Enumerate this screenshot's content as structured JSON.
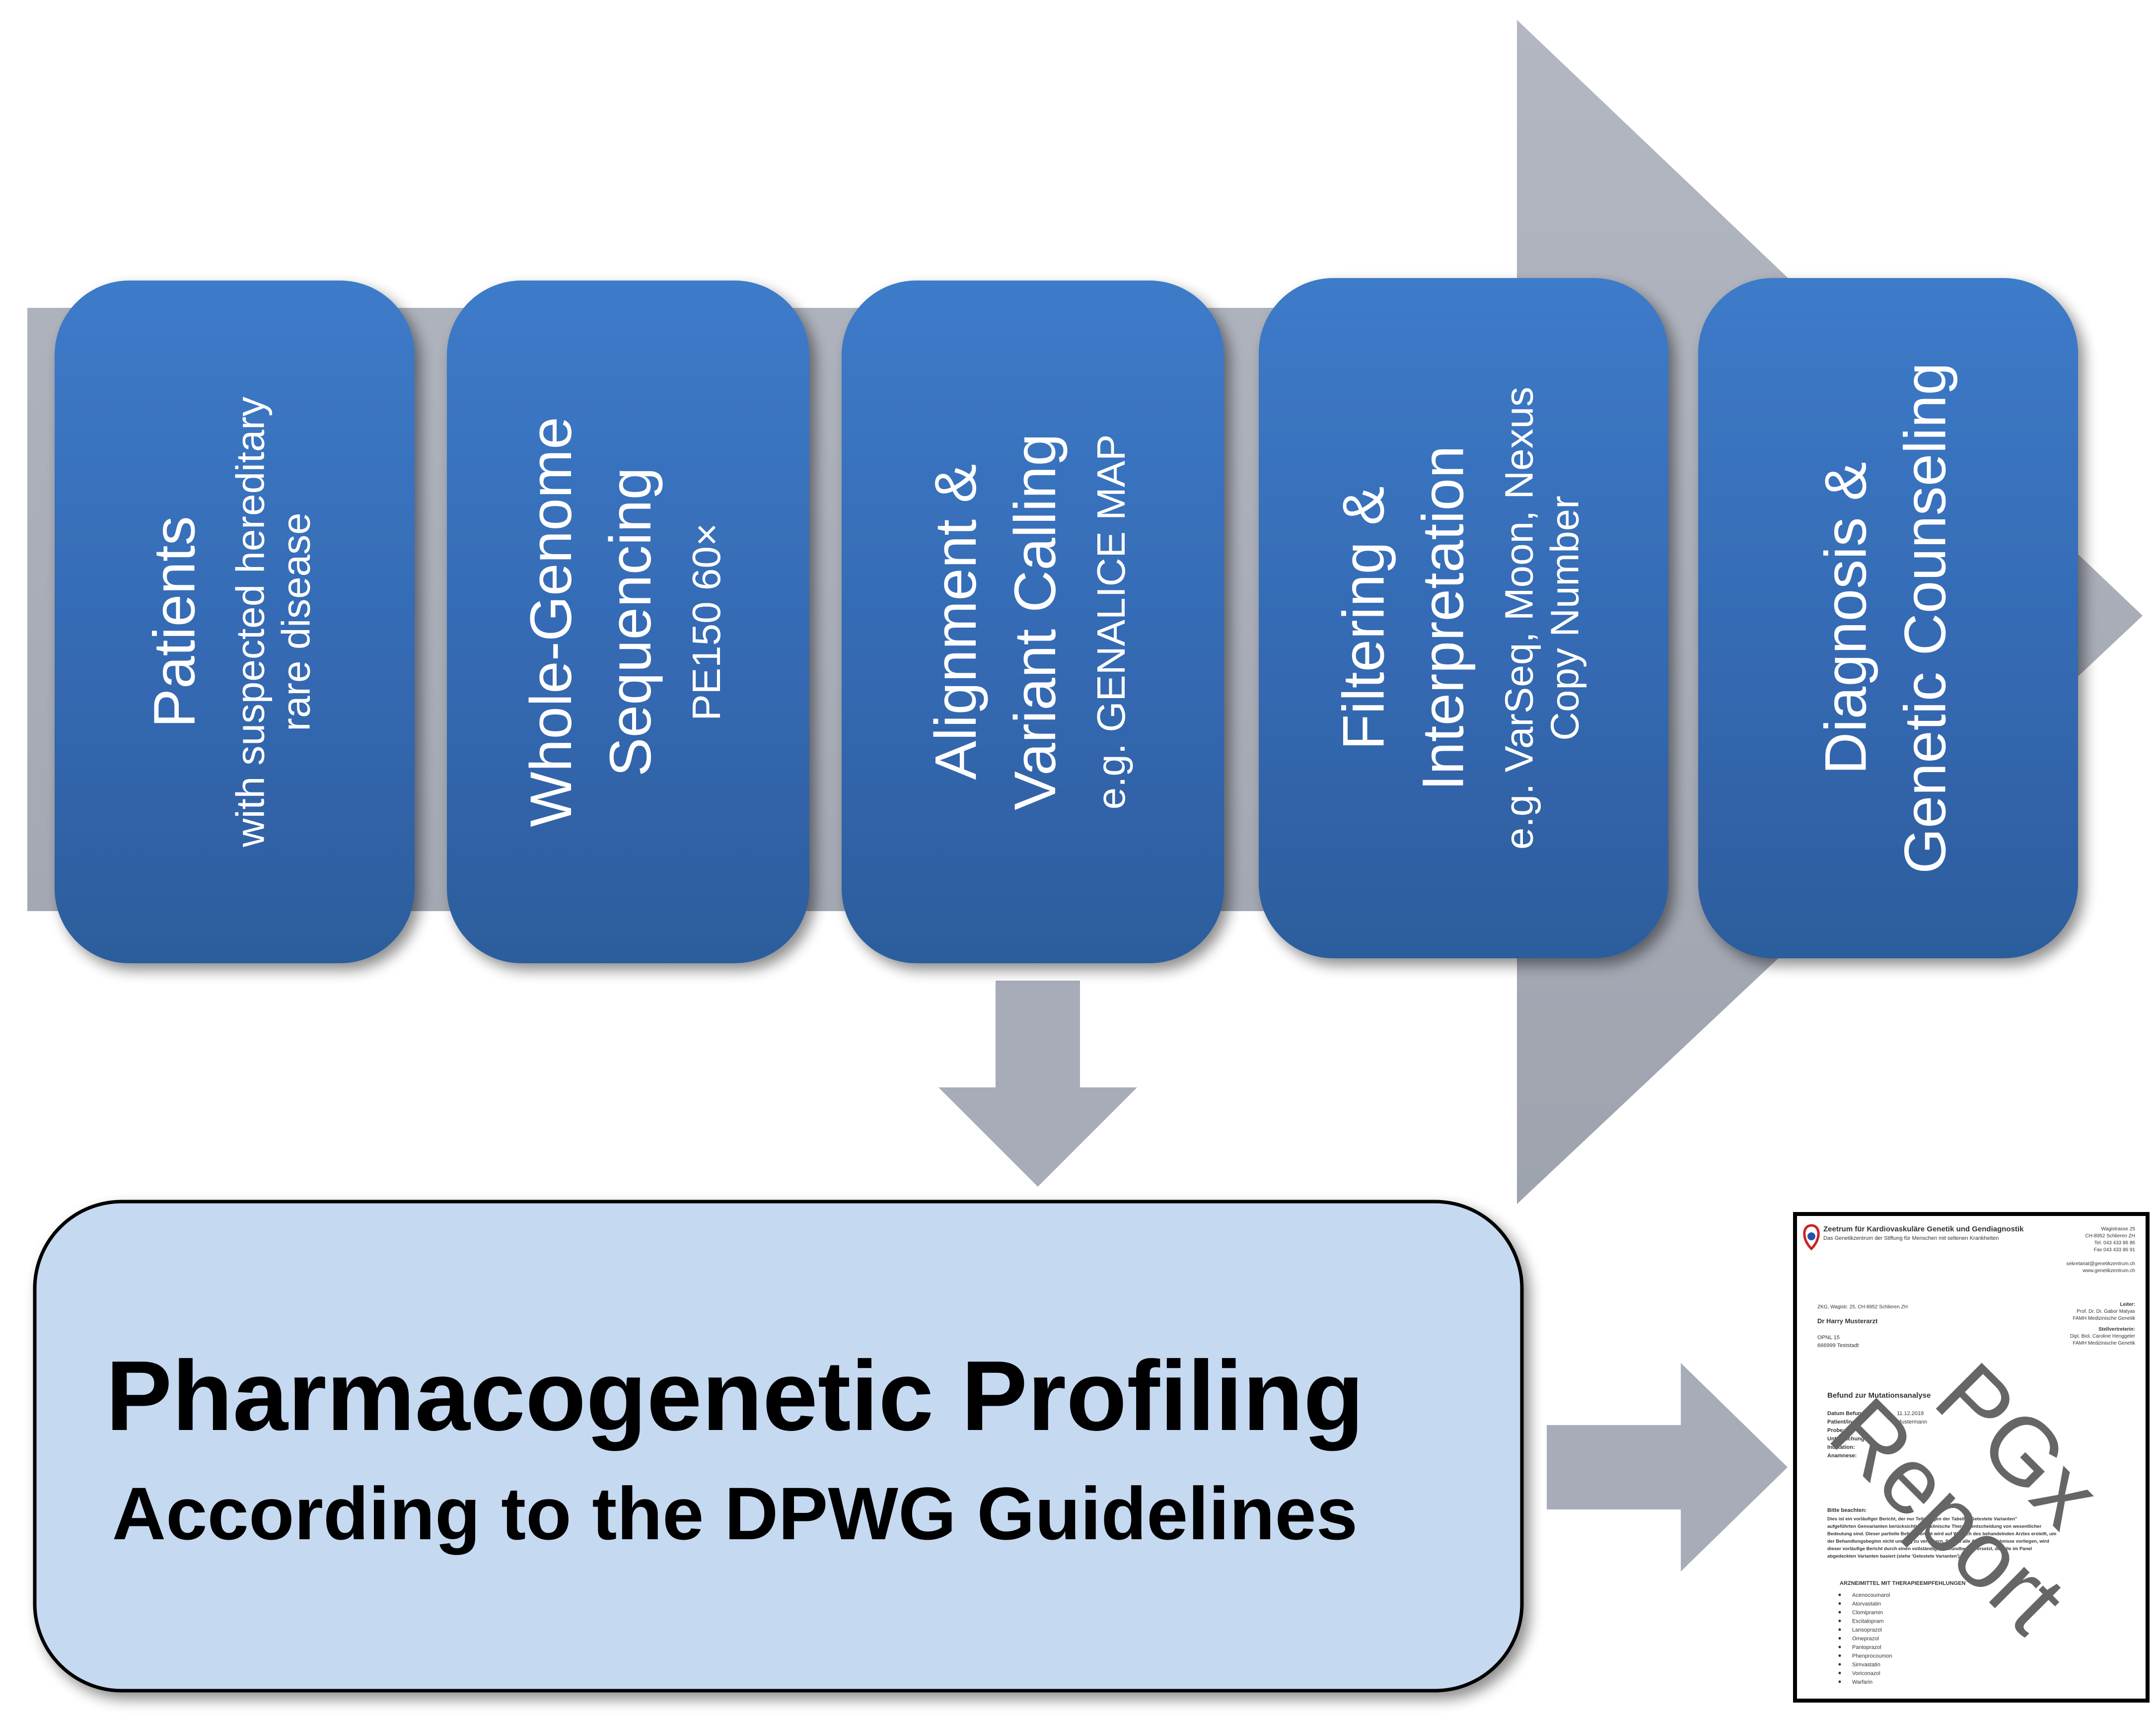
{
  "pipeline": {
    "steps": [
      {
        "title": [
          "Patients"
        ],
        "detail": [
          "with suspected hereditary",
          "rare disease"
        ]
      },
      {
        "title": [
          "Whole-Genome",
          "Sequencing"
        ],
        "detail": [
          "PE150 60×"
        ]
      },
      {
        "title": [
          "Alignment  &",
          "Variant  Calling"
        ],
        "detail": [
          "e.g. GENALICE MAP"
        ]
      },
      {
        "title": [
          "Filtering  &",
          "Interpretation"
        ],
        "detail": [
          "e.g. VarSeq, Moon, Nexus",
          "Copy Number"
        ]
      },
      {
        "title": [
          "Diagnosis  &",
          "Genetic  Counseling"
        ],
        "detail": []
      }
    ]
  },
  "pgx_box": {
    "line1": "Pharmacogenetic Profiling",
    "line2": "According to the DPWG Guidelines"
  },
  "report": {
    "org_name": "Zeetrum für Kardiovaskuläre Genetik und Gendiagnostik",
    "org_sub": "Das Genetikzentrum der Stiftung für Menschen mit seltenen Krankheiten",
    "address": [
      "Wagistrasse 25",
      "CH-8952 Schlieren ZH",
      "Tel. 043 433 86 86",
      "Fax 043 433 86 91",
      "",
      "sekretariat@genetikzentrum.ch",
      "www.genetikzentrum.ch"
    ],
    "sender_line": "ZKG, Wagistr. 25, CH-8952 Schlieren ZH",
    "recipient": [
      "Dr Harry Musterarzt",
      "",
      "OPNL 15",
      "666999 Teststadt"
    ],
    "leiter": [
      "Leiter:",
      "Prof. Dr. Dr. Gabor Matyas",
      "FAMH Medizinische Genetik",
      "Stellvertreterin:",
      "Dipl. Biol. Caroline Henggeler",
      "FAMH Medizinische Genetik"
    ],
    "heading": "Befund zur Mutationsanalyse",
    "fields": [
      "Datum Befund:",
      "Patient/in:",
      "Probe:",
      "Untersuchung:",
      "Indikation:",
      "Anamnese:"
    ],
    "field_values": [
      "11.12.2018",
      "Mustermann",
      "",
      "",
      "",
      ""
    ],
    "intro_title": "Bitte beachten:",
    "intro_lines": [
      "Dies ist ein vorläufiger Bericht, der nur Teilmengen der Tabelle \"Getestete Varianten\"",
      "aufgeführten Genvarianten berücksichtigt für klinische Therapieentscheidung von wesentlicher",
      "Bedeutung sind. Dieser partielle Befundbericht wird auf Wunsch des behandelnden Arztes erstellt, um",
      "der Behandlungsbeginn nicht unnötig zu verzögern. Sobald alle Analyseergebnisse vorliegen, wird",
      "dieser vorläufige Bericht durch einen vollständigen Befundbericht ersetzt, der alle im Panel",
      "abgedeckten Varianten basiert (siehe 'Getestete Varianten')."
    ],
    "drugs_title": "ARZNEIMITTEL MIT THERAPIEEMPFEHLUNGEN",
    "drugs": [
      "Acenocoumarol",
      "Atorvastatin",
      "Clomipramin",
      "Escitalopram",
      "Lansoprazol",
      "Omeprazol",
      "Pantoprazol",
      "Phenprocoumon",
      "Simvastatin",
      "Voriconazol",
      "Warfarin"
    ],
    "stamp": [
      "PGx",
      "Report"
    ]
  },
  "colors": {
    "arrow_gray": "#a7acb8",
    "box_blue_top": "#3d7bc9",
    "box_blue_bottom": "#2c5d9c",
    "pgx_fill": "#c5d9f1",
    "report_logo_red": "#cc2222"
  }
}
